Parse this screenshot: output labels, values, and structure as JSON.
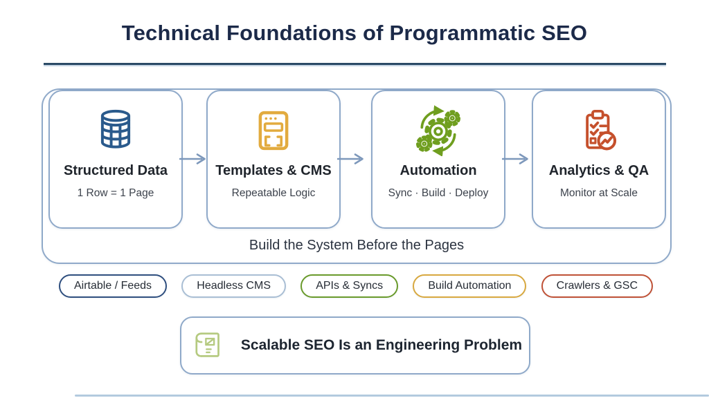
{
  "title": "Technical Foundations of Programmatic SEO",
  "flow": {
    "cards": [
      {
        "title": "Structured Data",
        "subtitle": "1 Row = 1 Page",
        "icon": "database-icon",
        "color": "#2a5a8c"
      },
      {
        "title": "Templates & CMS",
        "subtitle": "Repeatable Logic",
        "icon": "template-cms-icon",
        "color": "#e2ab3f"
      },
      {
        "title": "Automation",
        "subtitle": "Sync · Build · Deploy",
        "icon": "automation-gears-icon",
        "color": "#6f9e1f"
      },
      {
        "title": "Analytics & QA",
        "subtitle": "Monitor at Scale",
        "icon": "clipboard-analytics-icon",
        "color": "#c5502c"
      }
    ],
    "caption": "Build the System Before the Pages"
  },
  "pills": [
    {
      "label": "Airtable / Feeds",
      "border_color": "#2e4e7e"
    },
    {
      "label": "Headless CMS",
      "border_color": "#a9bed4"
    },
    {
      "label": "APIs & Syncs",
      "border_color": "#699a2b"
    },
    {
      "label": "Build Automation",
      "border_color": "#d8a83f"
    },
    {
      "label": "Crawlers & GSC",
      "border_color": "#bf5136"
    }
  ],
  "footer": {
    "label": "Scalable SEO Is an Engineering Problem",
    "icon": "blueprint-icon",
    "icon_color": "#b5ca80"
  },
  "colors": {
    "title": "#1c2a49",
    "rule": "#2b4a66",
    "box_border": "#8fa9c9",
    "arrow": "#7d98bb",
    "bottom_line": "#a5c1d8"
  }
}
